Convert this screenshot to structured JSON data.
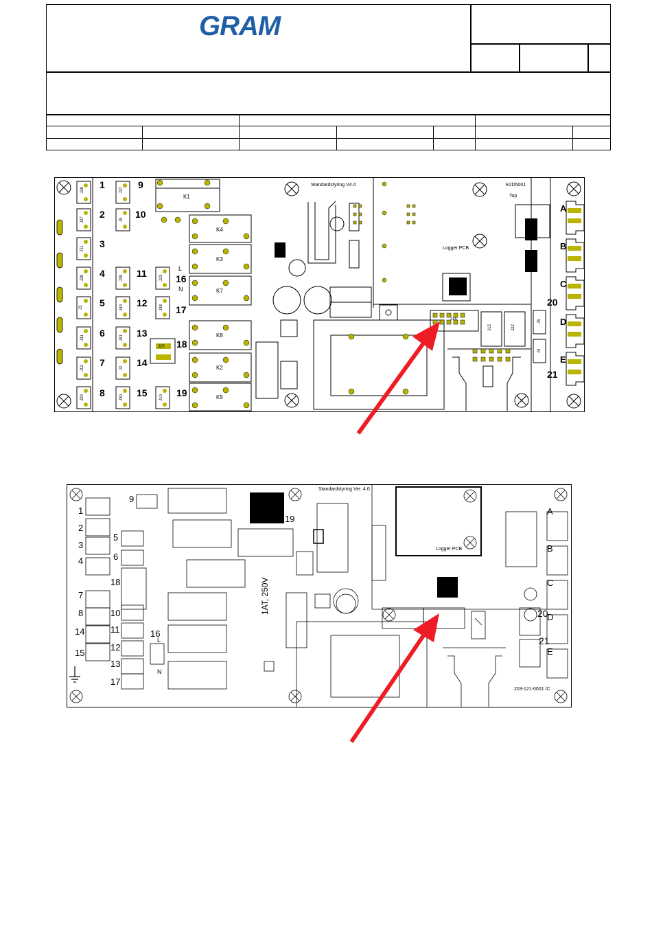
{
  "header": {
    "logo_text": "GRAM",
    "colors": {
      "logo": "#1f5fa8",
      "arrow": "#ee1c25",
      "pad": "#b9b400"
    }
  },
  "board1": {
    "title": "Standardstyring V4.4",
    "code": "E2D5001",
    "code_sub": "Top",
    "logger_label": "Logger PCB",
    "terminals_left": [
      {
        "num": "1",
        "label": "J26"
      },
      {
        "num": "2",
        "label": "J27"
      },
      {
        "num": "3",
        "label": "J11"
      },
      {
        "num": "4",
        "label": "J28"
      },
      {
        "num": "5",
        "label": "J3"
      },
      {
        "num": "6",
        "label": "J31"
      },
      {
        "num": "7",
        "label": "J12"
      },
      {
        "num": "8",
        "label": "J29"
      }
    ],
    "terminals_mid": [
      {
        "num": "9",
        "label": "J37"
      },
      {
        "num": "10",
        "label": "J9"
      },
      {
        "num": "11",
        "label": "J39"
      },
      {
        "num": "12",
        "label": "J40"
      },
      {
        "num": "13",
        "label": "J41"
      },
      {
        "num": "14",
        "label": "J2"
      },
      {
        "num": "15",
        "label": "J30"
      }
    ],
    "terminals_right": [
      {
        "num": "16",
        "label": "J23"
      },
      {
        "num": "17",
        "label": "J38"
      },
      {
        "num": "18",
        "label": "J25"
      },
      {
        "num": "19",
        "label": "J10"
      }
    ],
    "ln": {
      "l": "L",
      "n": "N"
    },
    "relays": [
      {
        "label": "K1"
      },
      {
        "label": "K4"
      },
      {
        "label": "K3"
      },
      {
        "label": "K7"
      },
      {
        "label": "K8"
      },
      {
        "label": "K2"
      },
      {
        "label": "K5"
      }
    ],
    "connectors_right": [
      "A",
      "B",
      "C",
      "D",
      "E"
    ],
    "num_20": "20",
    "num_21": "21",
    "jacks": [
      "J16",
      "J15",
      "J22",
      "J5",
      "J4"
    ]
  },
  "board2": {
    "title": "Standardstyring Ver. 4.0",
    "fuse": "1AT, 250V",
    "logger_label": "Logger PCB",
    "part_number": "203-121-0001 /C",
    "num_19": "19",
    "left_nums": [
      "1",
      "2",
      "3",
      "4",
      "7",
      "8",
      "14",
      "15"
    ],
    "mid_nums": [
      "9",
      "5",
      "6",
      "18",
      "10",
      "11",
      "12",
      "13",
      "17"
    ],
    "num_16": "16",
    "ln": {
      "l": "L",
      "n": "N"
    },
    "connectors_right": [
      "A",
      "B",
      "C",
      "D",
      "E"
    ],
    "num_20": "20",
    "num_21": "21"
  }
}
